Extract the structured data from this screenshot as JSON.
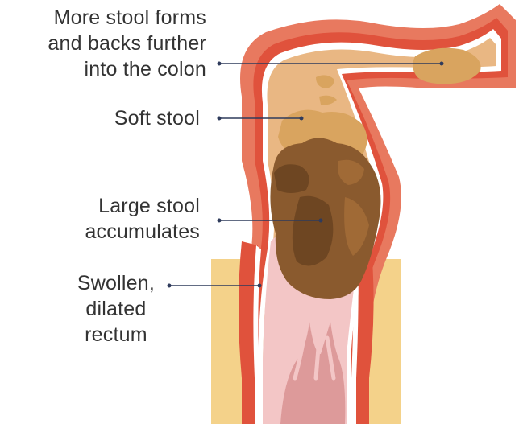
{
  "labels": {
    "more_stool": [
      "More stool forms",
      "and backs further",
      "into the colon"
    ],
    "soft_stool": [
      "Soft stool"
    ],
    "large_stool": [
      "Large stool",
      "accumulates"
    ],
    "rectum": [
      "Swollen,",
      "dilated",
      "rectum"
    ]
  },
  "colors": {
    "wall_outer": "#e8795f",
    "wall_red": "#e0523c",
    "wall_white": "#ffffff",
    "colon_fill": "#e9b783",
    "stool_soft": "#d9a45f",
    "stool_large": "#8a5a2e",
    "stool_shadow": "#6e4622",
    "rectum_pink": "#f3c6c6",
    "anal_pink": "#dd9a9a",
    "buttock_yellow": "#f4d28a",
    "leader_dot": "#2f3b5c",
    "text": "#333333"
  }
}
